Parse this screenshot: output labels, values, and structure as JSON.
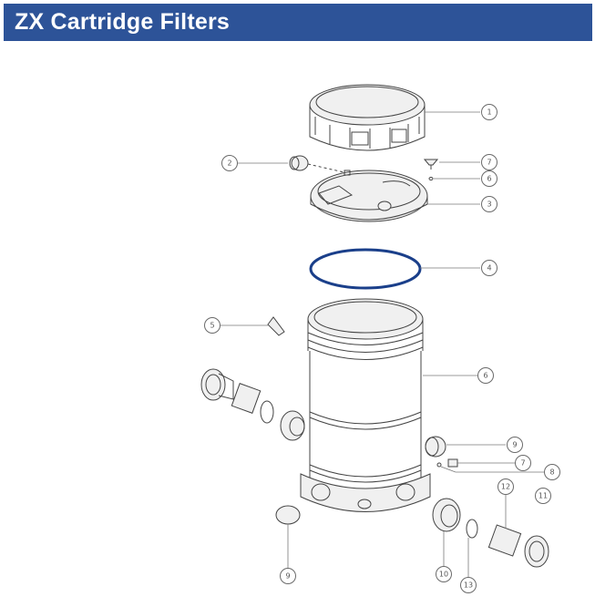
{
  "header": {
    "title": "ZX Cartridge Filters"
  },
  "callouts": {
    "c1": "1",
    "c2": "2",
    "c3": "3",
    "c4": "4",
    "c5": "5",
    "c6": "6",
    "c7a": "7",
    "c7b": "7",
    "c6b": "6",
    "c8": "8",
    "c9a": "9",
    "c9b": "9",
    "c10": "10",
    "c11": "11",
    "c12": "12",
    "c13": "13"
  },
  "colors": {
    "header_bg": "#2d5398",
    "oring": "#1a3f8a"
  }
}
